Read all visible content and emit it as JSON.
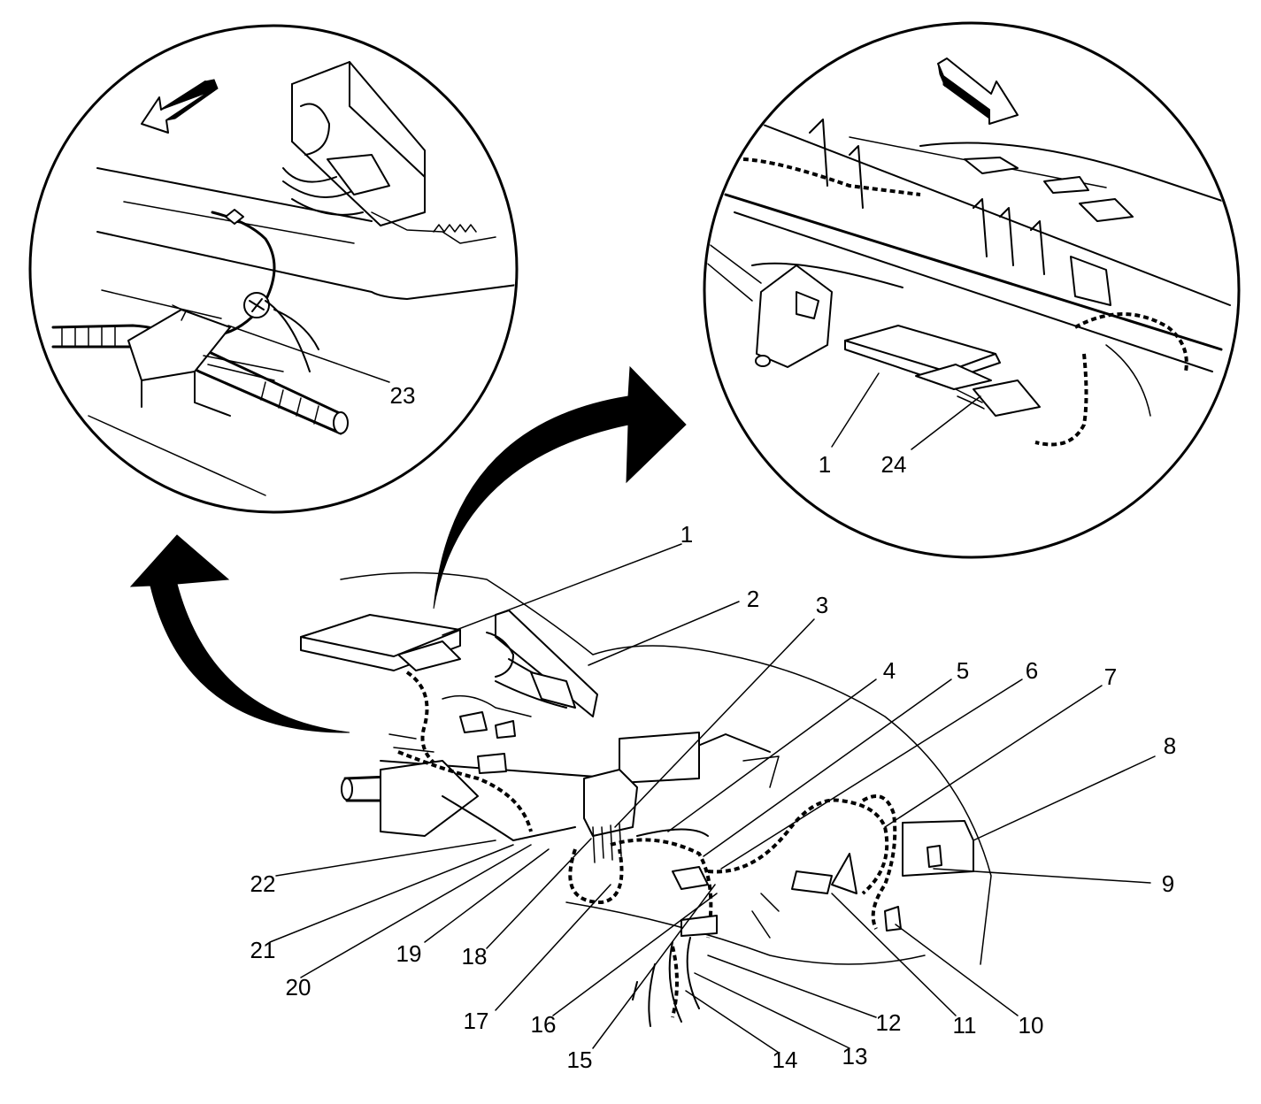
{
  "callouts": {
    "c1_main": "1",
    "c2": "2",
    "c3": "3",
    "c4": "4",
    "c5": "5",
    "c6": "6",
    "c7": "7",
    "c8": "8",
    "c9": "9",
    "c10": "10",
    "c11": "11",
    "c12": "12",
    "c13": "13",
    "c14": "14",
    "c15": "15",
    "c16": "16",
    "c17": "17",
    "c18": "18",
    "c19": "19",
    "c20": "20",
    "c21": "21",
    "c22": "22",
    "c23": "23",
    "c1_detail": "1",
    "c24": "24"
  },
  "colors": {
    "line": "#000000",
    "background": "#ffffff"
  }
}
